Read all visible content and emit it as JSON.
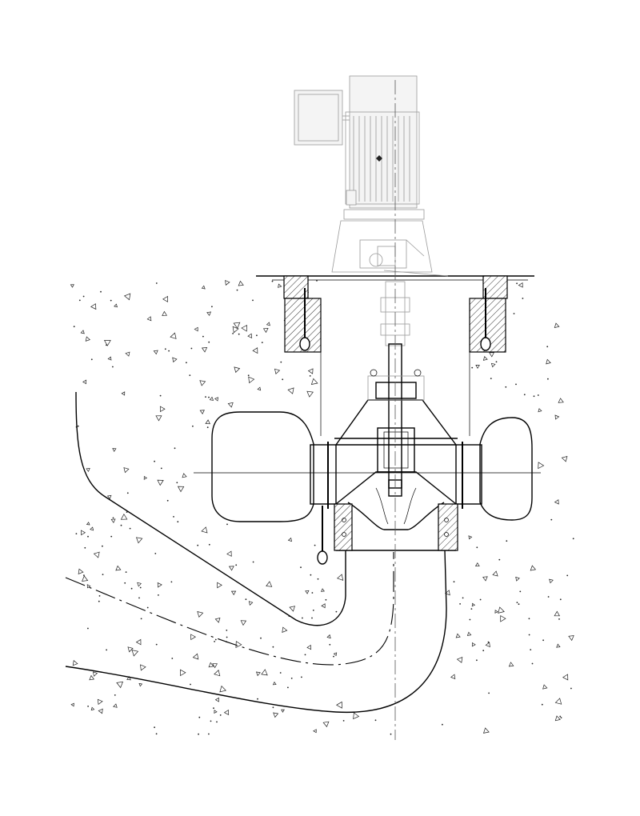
{
  "drawing": {
    "background_color": "#ffffff",
    "line_color": "#000000",
    "equipment_color": "#9a9a9a",
    "components": [
      "motor",
      "terminal-box",
      "motor-stand",
      "coupling",
      "drive-shaft",
      "floor-plate",
      "anchor-bolts",
      "pump-casing",
      "impeller",
      "volute",
      "discharge-flanges",
      "suction-elbow",
      "concrete-sump"
    ]
  }
}
